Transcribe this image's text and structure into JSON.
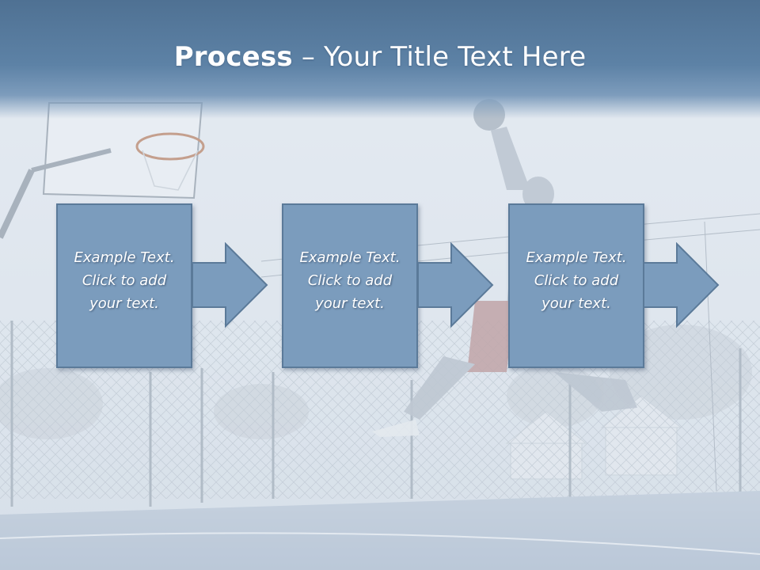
{
  "slide": {
    "title_bold": "Process",
    "title_rest": " – Your Title Text Here"
  },
  "steps": [
    {
      "text": "Example Text.\nClick  to add\nyour text."
    },
    {
      "text": "Example Text.\nClick  to add\nyour text."
    },
    {
      "text": "Example Text.\nClick  to add\nyour text."
    }
  ],
  "colors": {
    "title_band": "#5d82a6",
    "box_fill": "#7b9cbd",
    "box_border": "#5b7a99",
    "text": "#ffffff"
  },
  "icons": {
    "flow_arrow": "right-arrow-icon"
  }
}
